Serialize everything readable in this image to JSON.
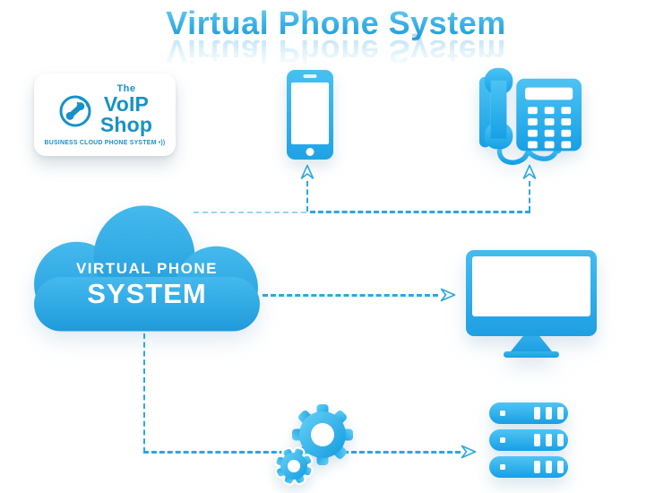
{
  "title": {
    "text": "Virtual Phone System"
  },
  "logo": {
    "brand_the": "The",
    "brand_voip": "VoIP",
    "brand_shop": "Shop",
    "tagline": "BUSINESS CLOUD PHONE SYSTEM •))"
  },
  "cloud": {
    "label_line1": "VIRTUAL PHONE",
    "label_line2": "SYSTEM"
  },
  "icons": {
    "logo_phone": "phone-signal-icon",
    "smartphone": "smartphone-icon",
    "desk_phone": "desk-phone-icon",
    "cloud": "cloud-icon",
    "monitor": "monitor-icon",
    "gears": "gears-icon",
    "servers": "server-stack-icon",
    "arrows": "dashed-arrow"
  },
  "colors": {
    "accent_blue": "#29ABE2",
    "accent_light": "#5BC6EF",
    "accent_dark": "#1E9AD6",
    "logo_blue": "#1692C7",
    "line_blue": "#2AA7E2",
    "line_blue_light": "#93D7F2",
    "background": "#FFFFFF",
    "text_on_cloud": "#FFFFFF"
  }
}
